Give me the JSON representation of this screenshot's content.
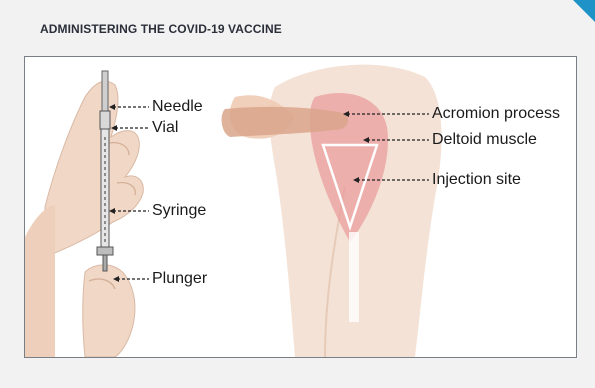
{
  "header": {
    "title": "ADMINISTERING THE COVID-19 VACCINE"
  },
  "syringe_labels": {
    "needle": "Needle",
    "vial": "Vial",
    "syringe": "Syringe",
    "plunger": "Plunger"
  },
  "arm_labels": {
    "acromion": "Acromion process",
    "deltoid": "Deltoid muscle",
    "injection_site": "Injection site"
  },
  "colors": {
    "accent_corner": "#1f93c8",
    "skin": "#efd5c4",
    "deltoid": "#e99a9a"
  }
}
